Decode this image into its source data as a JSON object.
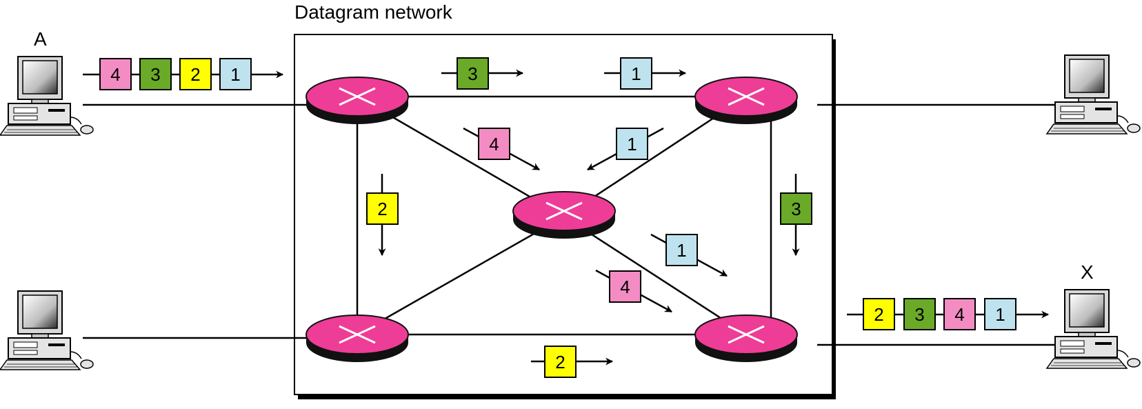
{
  "diagram": {
    "title": "Datagram network",
    "stations": {
      "source_label": "A",
      "dest_label": "X"
    },
    "colors": {
      "router": "#ee3d96",
      "router_shadow": "#111111",
      "packet_1": "#bfe3ee",
      "packet_2": "#ffff00",
      "packet_3": "#6aaa28",
      "packet_4": "#f48cc4"
    },
    "source_queue": [
      "4",
      "3",
      "2",
      "1"
    ],
    "dest_queue": [
      "2",
      "3",
      "4",
      "1"
    ],
    "in_transit": [
      {
        "packet": "3",
        "link": "top link, left to right"
      },
      {
        "packet": "1",
        "link": "top link, left to right"
      },
      {
        "packet": "4",
        "link": "top-left router to center"
      },
      {
        "packet": "1",
        "link": "top-right router to center"
      },
      {
        "packet": "2",
        "link": "left link, downward"
      },
      {
        "packet": "3",
        "link": "right link, downward"
      },
      {
        "packet": "1",
        "link": "center to bottom-right router"
      },
      {
        "packet": "4",
        "link": "center to bottom-right router"
      },
      {
        "packet": "2",
        "link": "bottom link, left to right"
      }
    ]
  }
}
